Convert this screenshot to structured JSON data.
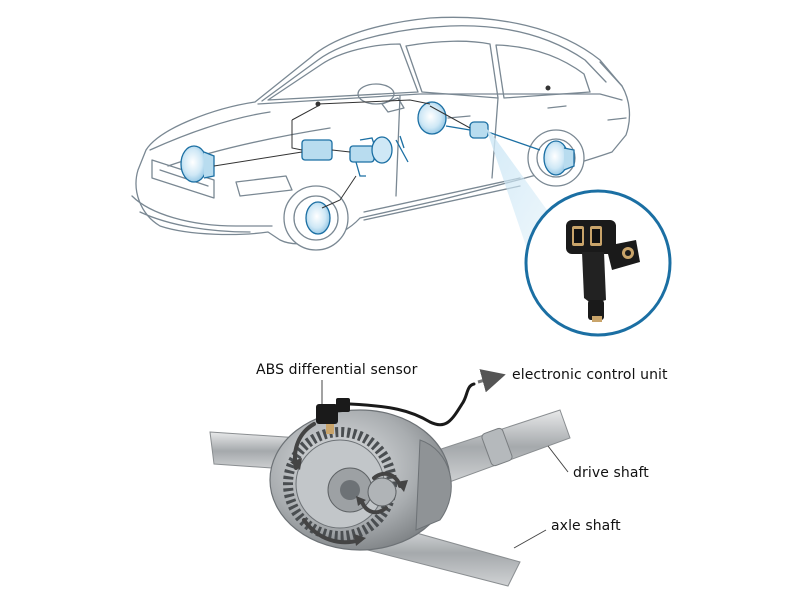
{
  "figure": {
    "labels": {
      "sensor": "ABS differential sensor",
      "ecu": "electronic control unit",
      "drive_shaft": "drive shaft",
      "axle_shaft": "axle shaft"
    }
  },
  "colors": {
    "outline": "#7a8893",
    "body_fill": "#ffffff",
    "highlight": "#1b6fa3",
    "part_blue": "#b8dcef",
    "beam": "#cfe8f6",
    "metal": "#a7adb1",
    "metal_dark": "#6d7276",
    "sensor_black": "#1a1a1a",
    "connector_copper": "#c9a46a",
    "arrow_gray": "#555555"
  }
}
